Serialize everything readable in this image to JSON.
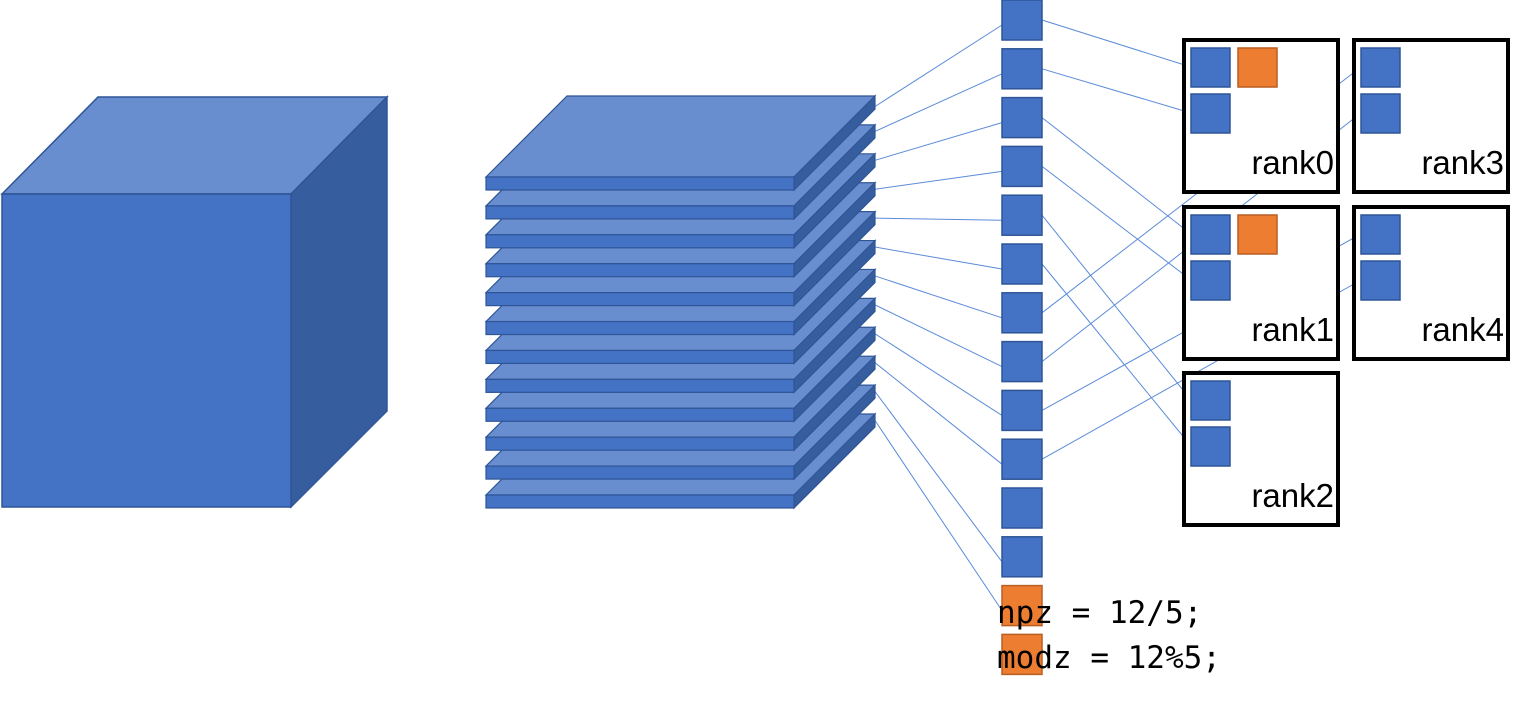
{
  "colors": {
    "block_front": "#4472C4",
    "block_top": "#698ED0",
    "block_side": "#365E9E",
    "edge": "#2F5597",
    "orange": "#ED7D31",
    "orange_edge": "#B85F22",
    "link_line": "#5B8BD9",
    "rank_border": "#000000"
  },
  "diagram": {
    "layers": 12,
    "chunks": {
      "count": 12,
      "leftover_orange": 2
    },
    "ranks": [
      {
        "label": "rank0",
        "blue": 2,
        "orange": 1
      },
      {
        "label": "rank1",
        "blue": 2,
        "orange": 1
      },
      {
        "label": "rank2",
        "blue": 2,
        "orange": 0
      },
      {
        "label": "rank3",
        "blue": 2,
        "orange": 0
      },
      {
        "label": "rank4",
        "blue": 2,
        "orange": 0
      }
    ]
  },
  "code": {
    "line1": "npz = 12/5;",
    "line2": "modz = 12%5;"
  }
}
